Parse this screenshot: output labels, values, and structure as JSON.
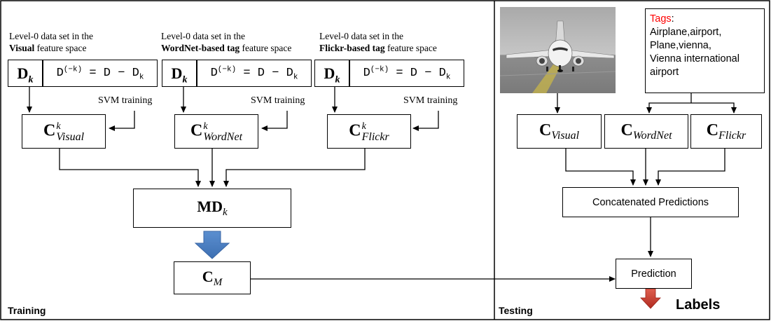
{
  "training": {
    "section_label": "Training",
    "columns": [
      {
        "caption_line1": "Level-0  data set in the",
        "caption_bold": "Visual",
        "caption_rest": " feature space",
        "dk_main": "D",
        "dk_sub": "k",
        "formula_D": "D",
        "formula_sup": "(−k)",
        "formula_eq": "=",
        "formula_D2": "D",
        "formula_minus": "−",
        "formula_D3": "D",
        "formula_sub": "k",
        "svm_label": "SVM training",
        "clf_main": "C",
        "clf_sup": "k",
        "clf_sub": "Visual"
      },
      {
        "caption_line1": "Level-0  data set in the",
        "caption_bold": "WordNet-based tag",
        "caption_rest": " feature space",
        "dk_main": "D",
        "dk_sub": "k",
        "formula_D": "D",
        "formula_sup": "(−k)",
        "formula_eq": "=",
        "formula_D2": "D",
        "formula_minus": "−",
        "formula_D3": "D",
        "formula_sub": "k",
        "svm_label": "SVM training",
        "clf_main": "C",
        "clf_sup": "k",
        "clf_sub": "WordNet"
      },
      {
        "caption_line1": "Level-0  data set in the",
        "caption_bold": "Flickr-based tag",
        "caption_rest": " feature space",
        "dk_main": "D",
        "dk_sub": "k",
        "formula_D": "D",
        "formula_sup": "(−k)",
        "formula_eq": "=",
        "formula_D2": "D",
        "formula_minus": "−",
        "formula_D3": "D",
        "formula_sub": "k",
        "svm_label": "SVM training",
        "clf_main": "C",
        "clf_sup": "k",
        "clf_sub": "Flickr"
      }
    ],
    "md_main": "MD",
    "md_sub": "k",
    "cm_main": "C",
    "cm_sub": "M"
  },
  "testing": {
    "section_label": "Testing",
    "tags_title": "Tags",
    "tags_colon": ":",
    "tags_lines": [
      "Airplane,airport,",
      "Plane,vienna,",
      "Vienna international",
      "airport"
    ],
    "classifiers": [
      {
        "main": "C",
        "sub": "Visual"
      },
      {
        "main": "C",
        "sub": "WordNet"
      },
      {
        "main": "C",
        "sub": "Flickr"
      }
    ],
    "concat_label": "Concatenated Predictions",
    "prediction_label": "Prediction",
    "labels_text": "Labels"
  },
  "colors": {
    "tags_title": "#ff0000",
    "big_arrow": "#4f7fc0",
    "labels_arrow": "#c0392b"
  }
}
